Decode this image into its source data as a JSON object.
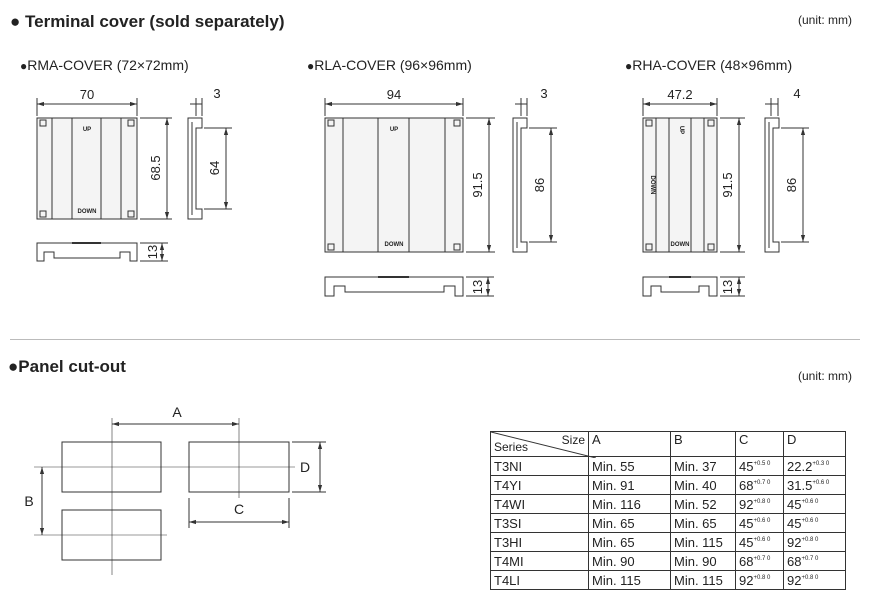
{
  "terminal_cover": {
    "title": "Terminal cover (sold separately)",
    "unit": "(unit: mm)",
    "models": [
      {
        "name": "RMA-COVER (72×72mm)",
        "width": "70",
        "depth": "3",
        "height": "68.5",
        "inner_height": "64",
        "thickness": "13"
      },
      {
        "name": "RLA-COVER (96×96mm)",
        "width": "94",
        "depth": "3",
        "height": "91.5",
        "inner_height": "86",
        "thickness": "13"
      },
      {
        "name": "RHA-COVER (48×96mm)",
        "width": "47.2",
        "depth": "4",
        "height": "91.5",
        "inner_height": "86",
        "thickness": "13"
      }
    ],
    "marks": {
      "up": "UP",
      "down": "DOWN"
    }
  },
  "panel_cutout": {
    "title": "Panel cut-out",
    "unit": "(unit: mm)",
    "labels": {
      "a": "A",
      "b": "B",
      "c": "C",
      "d": "D"
    },
    "table": {
      "header_series": "Series",
      "header_size": "Size",
      "columns": [
        "A",
        "B",
        "C",
        "D"
      ],
      "rows": [
        {
          "series": "T3NI",
          "a": "Min. 55",
          "b": "Min. 37",
          "c": "45",
          "c_tol": "+0.5 0",
          "d": "22.2",
          "d_tol": "+0.3 0"
        },
        {
          "series": "T4YI",
          "a": "Min. 91",
          "b": "Min. 40",
          "c": "68",
          "c_tol": "+0.7 0",
          "d": "31.5",
          "d_tol": "+0.6 0"
        },
        {
          "series": "T4WI",
          "a": "Min. 116",
          "b": "Min. 52",
          "c": "92",
          "c_tol": "+0.8 0",
          "d": "45",
          "d_tol": "+0.6 0"
        },
        {
          "series": "T3SI",
          "a": "Min. 65",
          "b": "Min. 65",
          "c": "45",
          "c_tol": "+0.6 0",
          "d": "45",
          "d_tol": "+0.6 0"
        },
        {
          "series": "T3HI",
          "a": "Min. 65",
          "b": "Min. 115",
          "c": "45",
          "c_tol": "+0.6 0",
          "d": "92",
          "d_tol": "+0.8 0"
        },
        {
          "series": "T4MI",
          "a": "Min. 90",
          "b": "Min. 90",
          "c": "68",
          "c_tol": "+0.7 0",
          "d": "68",
          "d_tol": "+0.7 0"
        },
        {
          "series": "T4LI",
          "a": "Min. 115",
          "b": "Min. 115",
          "c": "92",
          "c_tol": "+0.8 0",
          "d": "92",
          "d_tol": "+0.8 0"
        }
      ]
    }
  }
}
